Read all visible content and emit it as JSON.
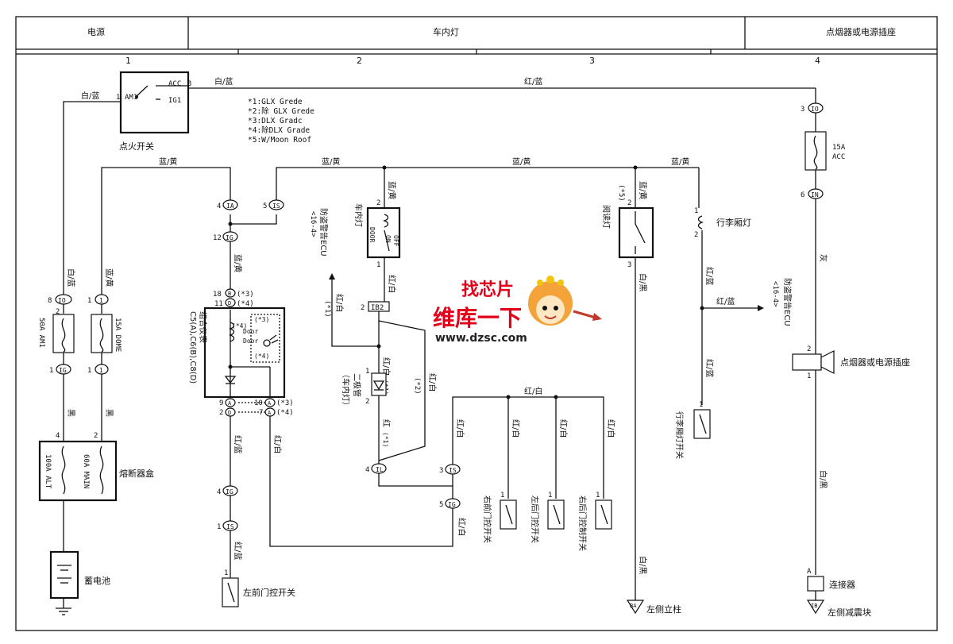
{
  "header": {
    "power": "电源",
    "interior_light": "车内灯",
    "lighter_socket": "点烟器或电源插座",
    "columns": [
      "1",
      "2",
      "3",
      "4"
    ]
  },
  "notes": [
    "*1:GLX Grede",
    "*2:除 GLX Grede",
    "*3:DLX Gradc",
    "*4:除DLX Grade",
    "*5:W/Moon Roof"
  ],
  "ignition": {
    "title": "点火开关",
    "am1": "AM1",
    "acc": "ACC",
    "ig1": "IG1",
    "pin_left": "1",
    "pin_right": "3"
  },
  "wires": {
    "white_blue": "白/蓝",
    "red_blue": "红/蓝",
    "blue_yellow": "蓝/黄",
    "black": "黑",
    "red_white": "红/白",
    "white_black": "白/黑",
    "red": "红",
    "gray": "灰"
  },
  "connectors": {
    "io": "IO",
    "one": "1",
    "ig": "IG",
    "ia": "IA",
    "is": "IS",
    "ib2": "IB2",
    "il": "IL",
    "in": "IN",
    "b": "B",
    "d": "D",
    "a": "A",
    "ba": "BA",
    "ib": "IB"
  },
  "pins": {
    "p1": "1",
    "p2": "2",
    "p3": "3",
    "p4": "4",
    "p5": "5",
    "p6": "6",
    "p7": "7",
    "p8": "8",
    "p9": "9",
    "p10": "10",
    "p11": "11",
    "p12": "12",
    "p18": "18"
  },
  "marks": {
    "s1": "(*1)",
    "s2": "(*2)",
    "s3": "(*3)",
    "s4": "(*4)",
    "s5": "(*5)",
    "s5b": "(*5)"
  },
  "fuses": {
    "am1": "50A AM1",
    "dome": "15A DOME",
    "acc_amp": "15A",
    "acc": "ACC",
    "alt": "100A ALT",
    "main": "60A MAIN",
    "box": "熔断器盒"
  },
  "components": {
    "battery": "蓄电池",
    "cluster": "组合仪表",
    "cluster_codes": "C5(A),C6(B),C8(D)",
    "cluster_door": "Door",
    "cluster_s3": "(*3)",
    "cluster_s4": "(*4)",
    "interior_lamp": "车内灯",
    "door": "DOOR",
    "on": "ON",
    "off": "OFF",
    "theft_ecu": "防盗警告ECU",
    "theft_ref": "<16-4>",
    "diode": "二极管",
    "diode_sub": "（车内灯）",
    "reading_lamp": "阅读灯",
    "trunk_lamp": "行李厢灯",
    "trunk_switch": "行李厢灯开关",
    "lf_door_switch": "左前门控开关",
    "rf_door_switch": "右前门控开关",
    "lr_door_switch": "左后门控开关",
    "rr_door_switch": "右后门控制开关",
    "lighter": "点烟器或电源插座",
    "connector": "连接器",
    "ground_left_pillar": "左侧立柱",
    "ground_left_shock": "左侧减震块"
  },
  "watermark": {
    "badge": "找芯片",
    "brand": "维库一下",
    "url": "www.dzsc.com"
  }
}
